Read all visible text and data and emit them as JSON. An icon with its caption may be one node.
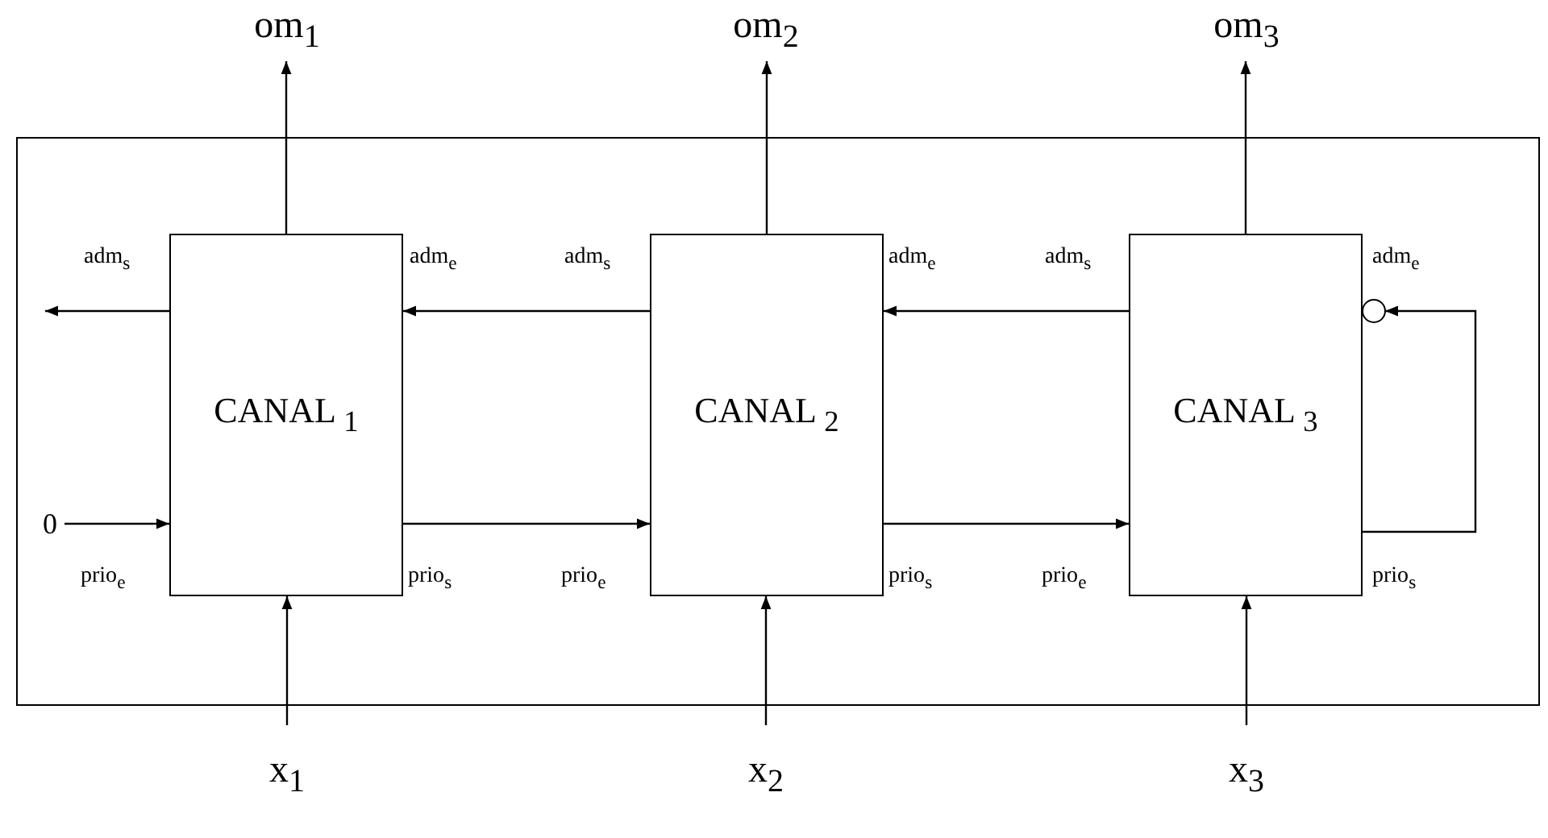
{
  "diagram": {
    "nodes": [
      {
        "text": [],
        "shape": "box"
      },
      {
        "text": [
          "om$_{1}$"
        ]
      },
      {
        "text": [
          "om$_{2}$"
        ]
      },
      {
        "text": [
          "om$_{3}$"
        ]
      },
      {
        "text": [
          "CANAL $_{1}$"
        ],
        "in": 0
      },
      {
        "text": [
          "CANAL $_{2}$"
        ],
        "in": 0
      },
      {
        "text": [
          "CANAL $_{3}$"
        ],
        "in": 0
      },
      {
        "text": [
          "0"
        ],
        "in": 0
      },
      {
        "text": [
          "x$_{1}$"
        ]
      },
      {
        "text": [
          "x$_{2}$"
        ]
      },
      {
        "text": [
          "x$_{3}$"
        ]
      }
    ],
    "edges": [
      {
        "from": 4,
        "to": 1,
        "arrow": "to"
      },
      {
        "from": 5,
        "to": 2,
        "arrow": "to"
      },
      {
        "from": 6,
        "to": 3,
        "arrow": "to"
      },
      {
        "from": 8,
        "to": 4,
        "arrow": "to"
      },
      {
        "from": 9,
        "to": 5,
        "arrow": "to"
      },
      {
        "from": 10,
        "to": 6,
        "arrow": "to"
      },
      {
        "from": 7,
        "to": 4,
        "arrow": "to"
      },
      {
        "from": 4,
        "to": null,
        "arrow": "to"
      },
      {
        "from": 5,
        "to": 4,
        "arrow": "to"
      },
      {
        "from": 6,
        "to": 5,
        "arrow": "to"
      },
      {
        "from": 4,
        "to": 5,
        "arrow": "to"
      },
      {
        "from": 5,
        "to": 6,
        "arrow": "to"
      },
      {
        "from": 6,
        "to": 6,
        "arrow": "to"
      }
    ],
    "labels": [
      "adm$_{s}$",
      "adm$_{e}$",
      "adm$_{s}$",
      "adm$_{e}$",
      "adm$_{s}$",
      "adm$_{e}$",
      "prio$_{e}$",
      "prio$_{s}$",
      "prio$_{e}$",
      "prio$_{s}$",
      "prio$_{e}$",
      "prio$_{s}$"
    ]
  }
}
